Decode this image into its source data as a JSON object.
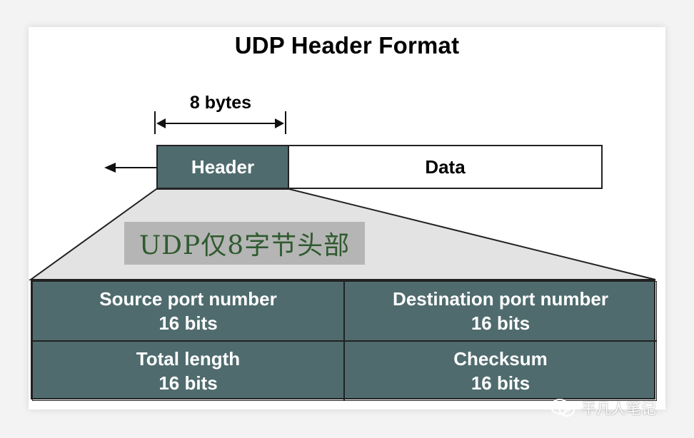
{
  "title": "UDP Header Format",
  "size_label": "8 bytes",
  "segment": {
    "header_label": "Header",
    "data_label": "Data"
  },
  "annotation": "UDP仅8字节头部",
  "fields": [
    {
      "name": "Source port number",
      "size": "16 bits"
    },
    {
      "name": "Destination port number",
      "size": "16 bits"
    },
    {
      "name": "Total length",
      "size": "16 bits"
    },
    {
      "name": "Checksum",
      "size": "16 bits"
    }
  ],
  "watermark": "平凡人笔记",
  "colors": {
    "header_fill": "#4f6b6e",
    "annotation_bg": "#b5b5b5",
    "annotation_text": "#2f5a2f"
  }
}
